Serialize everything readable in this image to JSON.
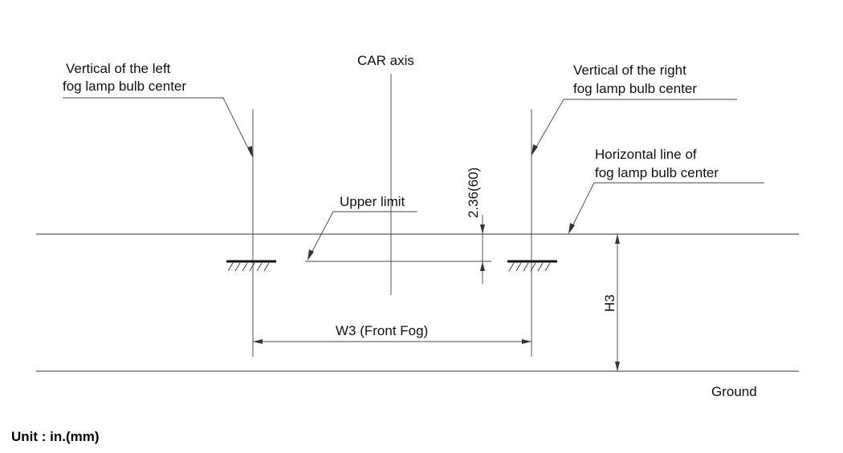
{
  "labels": {
    "left_vertical_line1": "Vertical of the left",
    "left_vertical_line2": "fog lamp bulb center",
    "car_axis": "CAR axis",
    "right_vertical_line1": "Vertical of the right",
    "right_vertical_line2": "fog lamp bulb center",
    "horizontal_line1": "Horizontal line of",
    "horizontal_line2": "fog lamp bulb center",
    "upper_limit": "Upper limit",
    "dimension_offset": "2.36(60)",
    "dimension_height": "H3",
    "dimension_width": "W3 (Front Fog)",
    "ground": "Ground",
    "unit": "Unit : in.(mm)"
  }
}
